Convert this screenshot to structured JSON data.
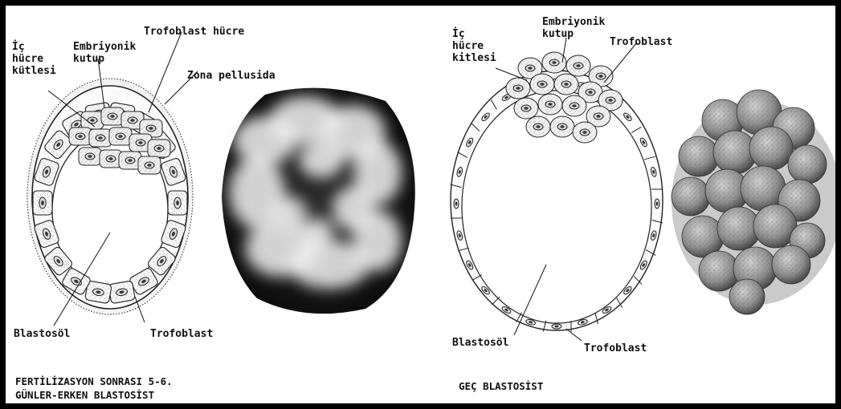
{
  "left_panel": {
    "labels": {
      "ic_hucre_kitlesi": "İç\nhücre\nkütlesi",
      "embriyonik_kutup": "Embriyonik\nkutup",
      "trofoblast_hucre": "Trofoblast hücre",
      "zona_pellusida": "Zona pellusida",
      "blastosol": "Blastosöl",
      "trofoblast": "Trofoblast"
    },
    "caption_line1": "FERTİLİZASYON SONRASI 5-6.",
    "caption_line2": "GÜNLER-ERKEN BLASTOSİST"
  },
  "right_panel": {
    "labels": {
      "ic_hucre_kitlesi": "İç\nhücre\nkitlesi",
      "embriyonik_kutup": "Embriyonik\nkutup",
      "trofoblast_top": "Trofoblast",
      "blastosol": "Blastosöl",
      "trofoblast_bottom": "Trofoblast"
    },
    "caption": "GEÇ BLASTOSİST"
  },
  "colors": {
    "ink": "#111111",
    "micrograph_bg": "#0c0c0c",
    "sem_cell": "#8e8e8e",
    "frame": "#000000"
  }
}
